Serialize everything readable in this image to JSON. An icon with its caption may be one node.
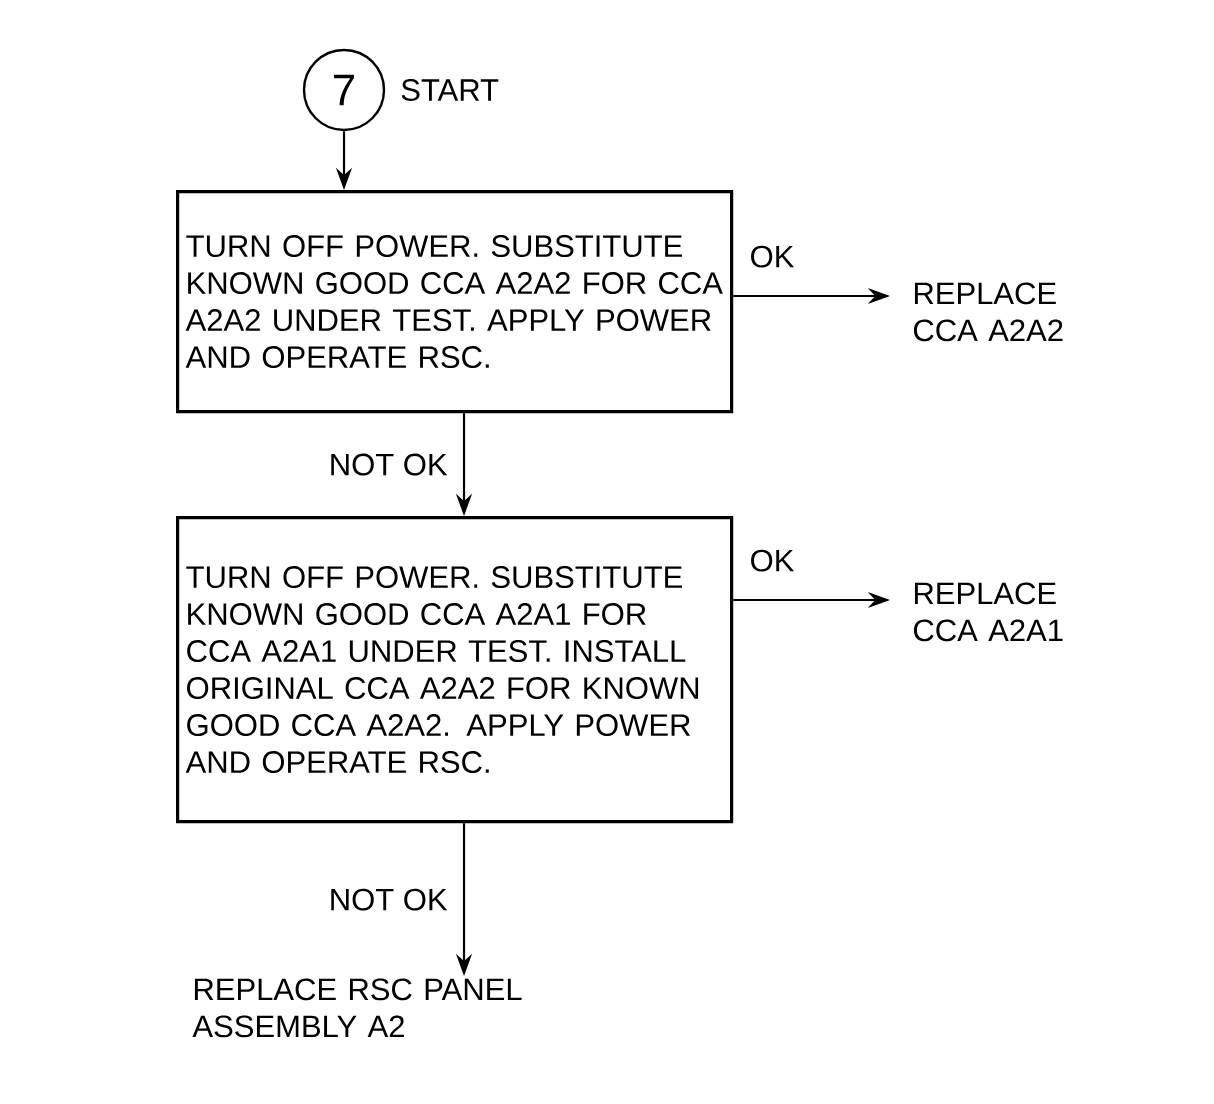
{
  "diagram": {
    "nodes": [
      {
        "text": [
          "7"
        ],
        "beside": [
          "START"
        ]
      },
      {
        "text": [
          "TURN OFF POWER. SUBSTITUTE KNOWN GOOD CCA A2A2 FOR CCA A2A2 UNDER TEST. APPLY POWER AND OPERATE RSC."
        ]
      },
      {
        "text": [
          "REPLACE CCA A2A2"
        ]
      },
      {
        "text": [
          "TURN OFF POWER. SUBSTITUTE KNOWN GOOD CCA A2A1 FOR CCA A2A1 UNDER TEST. INSTALL ORIGINAL CCA A2A2 FOR KNOWN GOOD CCA A2A2. APPLY POWER AND OPERATE RSC."
        ]
      },
      {
        "text": [
          "REPLACE CCA A2A1"
        ]
      },
      {
        "text": [
          "REPLACE RSC PANEL ASSEMBLY A2"
        ]
      }
    ],
    "edges": [
      {
        "from": 0,
        "to": 1,
        "arrow": "to"
      },
      {
        "from": 1,
        "to": 2,
        "arrow": "to",
        "label": "OK"
      },
      {
        "from": 1,
        "to": 3,
        "arrow": "to",
        "label": "NOT OK"
      },
      {
        "from": 3,
        "to": 4,
        "arrow": "to",
        "label": "OK"
      },
      {
        "from": 3,
        "to": 5,
        "arrow": "to",
        "label": "NOT OK"
      }
    ]
  }
}
